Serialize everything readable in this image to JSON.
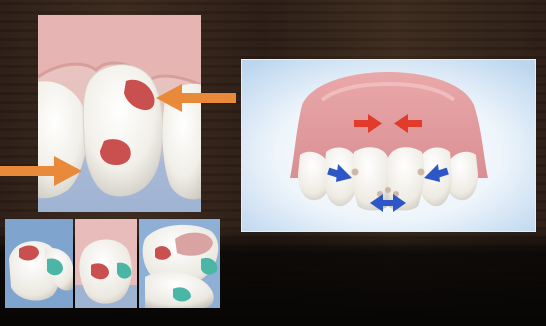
{
  "scene": {
    "panels": [
      {
        "id": "top-left",
        "subject": "two-teeth-closeup-with-contact-facets"
      },
      {
        "id": "right",
        "subject": "upper-arch-with-tooth-movement-arrows"
      },
      {
        "id": "bottom-left",
        "subject": "three-view-filmstrip-of-contact-points"
      }
    ],
    "icons": [
      "orange-arrow-icon",
      "red-arrow-icon",
      "blue-double-arrow-icon"
    ],
    "colors": {
      "wood_dark": "#2b1d15",
      "gum_pink": "#e7b3b3",
      "tooth_white": "#f4f1ea",
      "contact_red": "#c9504f",
      "contact_teal": "#4bb6a6",
      "arrow_orange": "#e88a3a",
      "arrow_red": "#e23b2c",
      "arrow_blue": "#2d57c6",
      "sky_blue": "#cfe2f3"
    }
  }
}
